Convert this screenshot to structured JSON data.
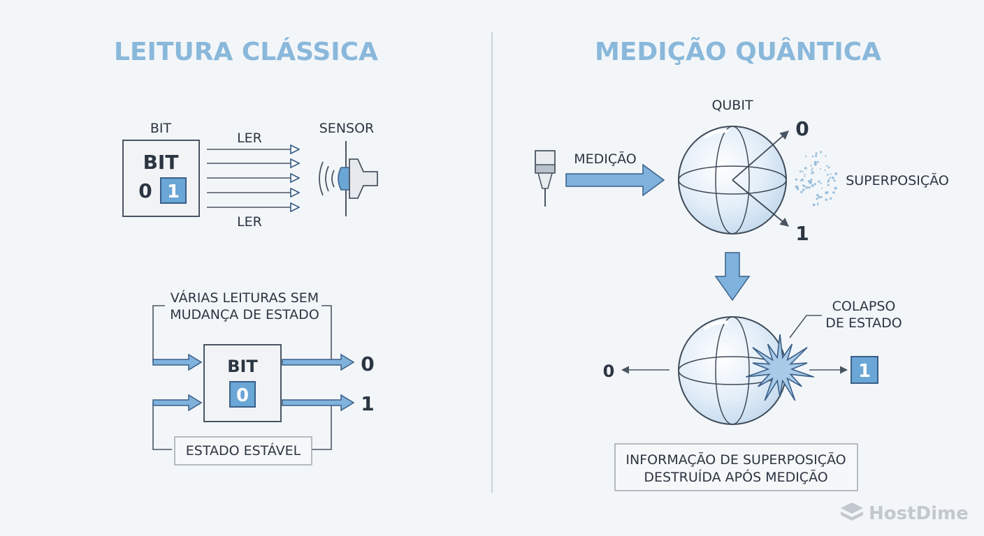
{
  "classical": {
    "title": "LEITURA CLÁSSICA",
    "bit_caption": "BIT",
    "bit_box_label": "BIT",
    "bit_value_plain": "0",
    "bit_value_highlight": "1",
    "read_label_top": "LER",
    "read_label_bottom": "LER",
    "sensor_label": "SENSOR",
    "loop_note_line1": "VÁRIAS LEITURAS SEM",
    "loop_note_line2": "MUDANÇA DE ESTADO",
    "loop_bit_label": "BIT",
    "loop_bit_value": "0",
    "output_zero": "0",
    "output_one": "1",
    "stable_state": "ESTADO ESTÁVEL"
  },
  "quantum": {
    "title": "MEDIÇÃO QUÂNTICA",
    "qubit_label": "QUBIT",
    "measurement_label": "MEDIÇÃO",
    "state_zero": "0",
    "state_one": "1",
    "superposition_label": "SUPERPOSIÇÃO",
    "collapse_line1": "COLAPSO",
    "collapse_line2": "DE ESTADO",
    "collapsed_discarded": "0",
    "collapsed_result": "1",
    "info_line1": "INFORMAÇÃO DE SUPERPOSIÇÃO",
    "info_line2": "DESTRUÍDA APÓS MEDIÇÃO"
  },
  "brand": {
    "name": "HostDime",
    "icon": "hostdime-logo-icon"
  },
  "colors": {
    "title": "#8ab8db",
    "accent_blue": "#6aa6d6",
    "arrow_fill": "#7fb2dd",
    "stroke": "#4a5562",
    "text": "#2b3542",
    "sphere": "#dbe9f5",
    "background": "#f3f6f9"
  }
}
